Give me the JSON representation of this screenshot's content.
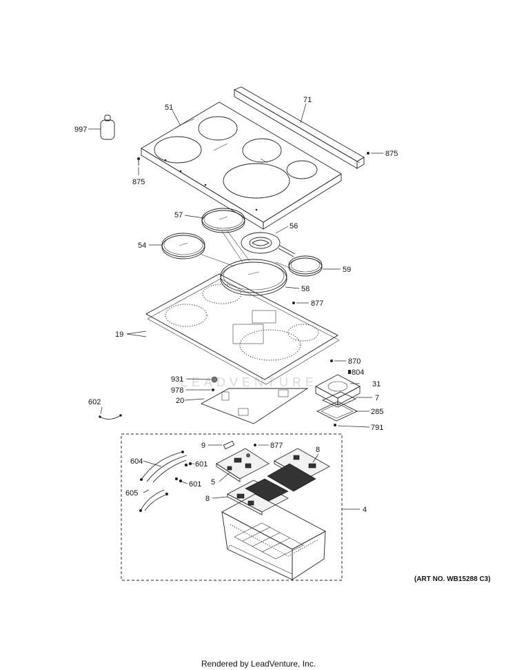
{
  "diagram": {
    "callouts": {
      "c997": "997",
      "c51": "51",
      "c71": "71",
      "c875a": "875",
      "c875b": "875",
      "c57": "57",
      "c56": "56",
      "c54": "54",
      "c59": "59",
      "c58": "58",
      "c877a": "877",
      "c19": "19",
      "c870": "870",
      "c804": "804",
      "c931": "931",
      "c31": "31",
      "c978": "978",
      "c7": "7",
      "c20": "20",
      "c602": "602",
      "c285": "285",
      "c791": "791",
      "c9": "9",
      "c877b": "877",
      "c8a": "8",
      "c604": "604",
      "c601a": "601",
      "c5": "5",
      "c601b": "601",
      "c605": "605",
      "c8b": "8",
      "c4": "4"
    },
    "art_number": "(ART NO. WB15288 C3)",
    "watermark": "LEADVENTURE",
    "footer": "Rendered by LeadVenture, Inc."
  }
}
